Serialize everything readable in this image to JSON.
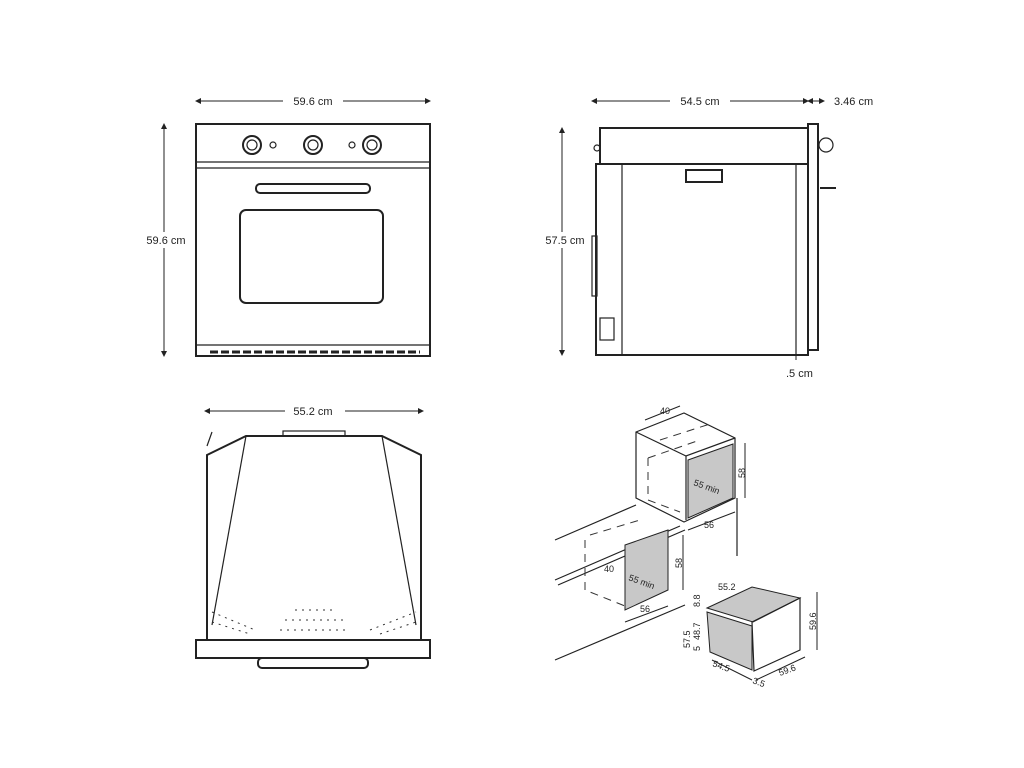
{
  "front_view": {
    "width_label": "59.6 cm",
    "height_label": "59.6 cm"
  },
  "side_view": {
    "depth_label": "54.5 cm",
    "door_label": "3.46 cm",
    "height_label": "57.5 cm",
    "foot_label": ".5 cm"
  },
  "top_view": {
    "width_label": "55.2 cm"
  },
  "installation": {
    "column": {
      "gap": "40",
      "height": "58",
      "depth": "55 min",
      "width": "56"
    },
    "under_counter": {
      "gap": "40",
      "height": "58",
      "depth": "55 min",
      "width": "56"
    },
    "oven": {
      "top_width": "55.2",
      "top_height": "8.8",
      "body_height": "48.7",
      "side_height": "57.5",
      "foot": "5",
      "depth": "54.5",
      "front_height": "59.6",
      "front_width": "59.6",
      "door": "3.5"
    }
  }
}
